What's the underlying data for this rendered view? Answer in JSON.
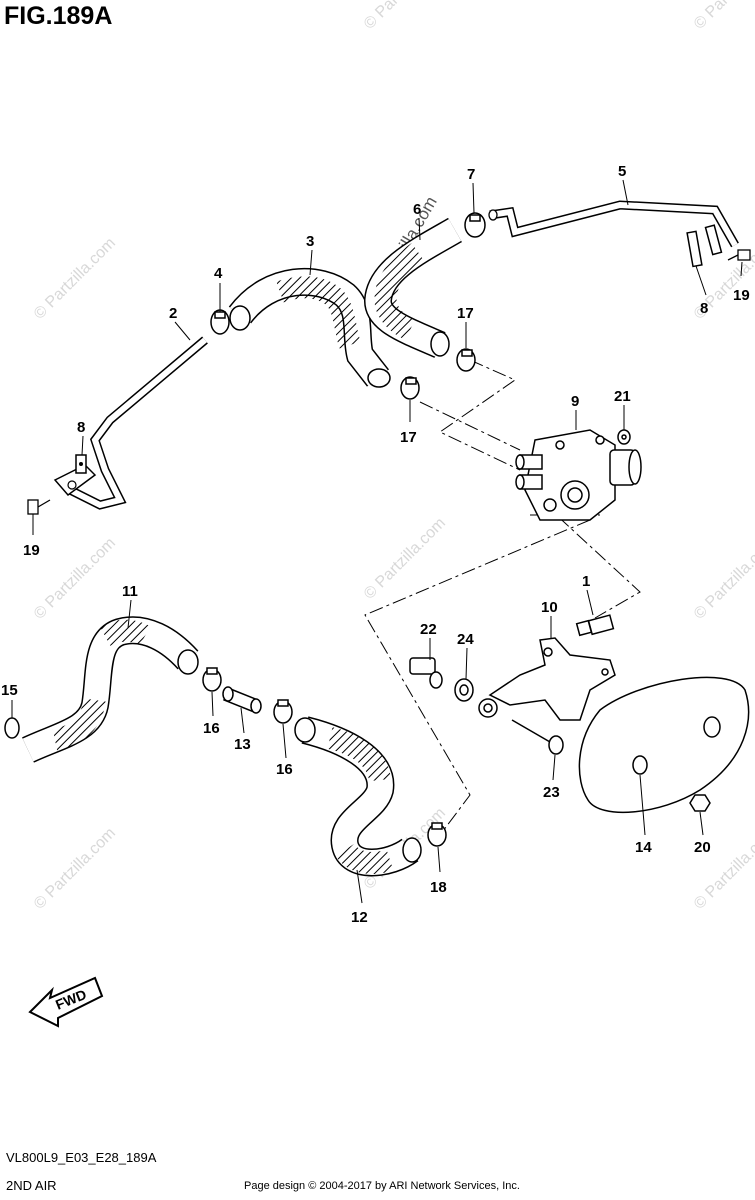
{
  "title": "FIG.189A",
  "diagram_code": "VL800L9_E03_E28_189A",
  "section_name": "2ND AIR",
  "footer": "Page design © 2004-2017 by ARI Network Services, Inc.",
  "direction_label": "FWD",
  "watermark": "© Partzilla.com",
  "callouts": [
    "1",
    "2",
    "3",
    "4",
    "5",
    "6",
    "7",
    "8",
    "8",
    "9",
    "10",
    "11",
    "12",
    "13",
    "14",
    "15",
    "16",
    "16",
    "17",
    "17",
    "18",
    "19",
    "19",
    "20",
    "21",
    "22",
    "23",
    "24"
  ]
}
